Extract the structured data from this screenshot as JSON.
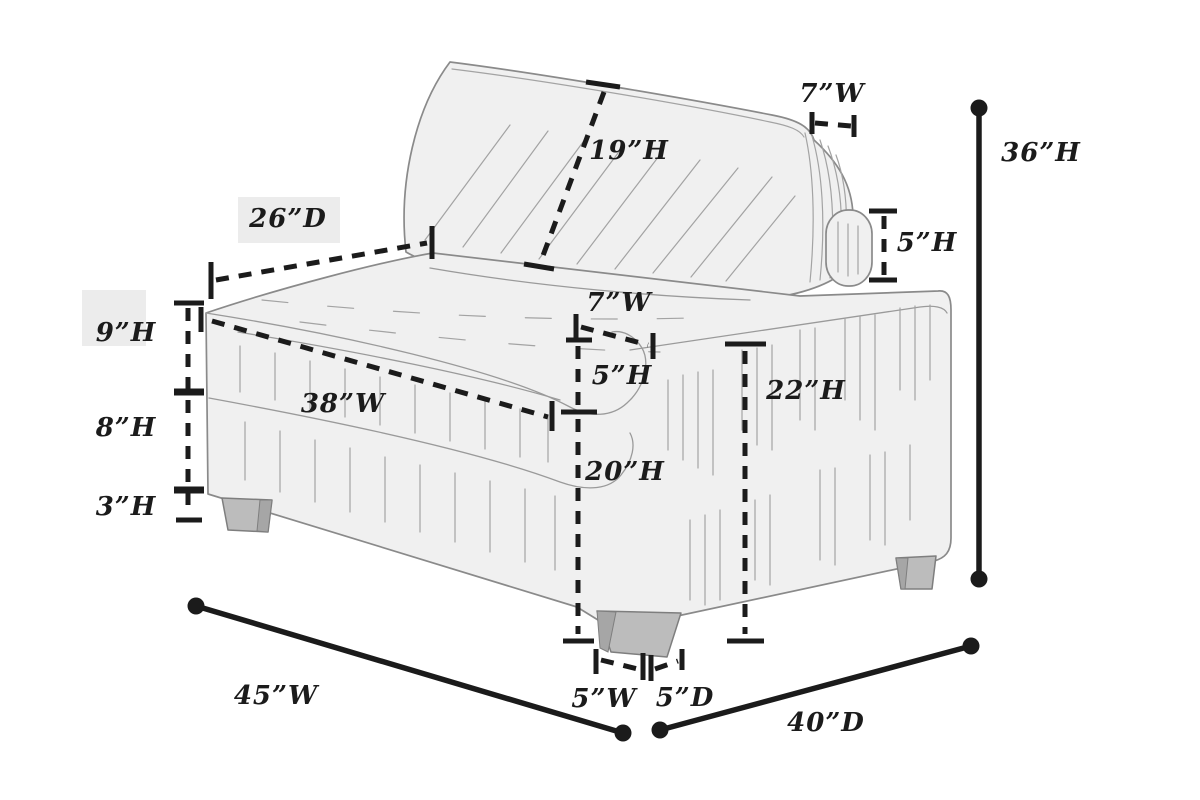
{
  "page": {
    "type": "furniture dimension diagram",
    "subject": "upholstered sofa sectional piece with right arm, three-quarter view line drawing",
    "background": "#ffffff"
  },
  "colors": {
    "ink": "#1b1b1b",
    "furniture_fill": "#f0f0f0",
    "furniture_outline": "#8a8a8a",
    "pleat_line": "#a3a3a3",
    "leg_fill": "#bcbcbc",
    "leg_shade": "#a6a6a6",
    "label_backing": "#ececec"
  },
  "labels": [
    {
      "id": "headrest-width",
      "text": "7”W"
    },
    {
      "id": "backrest-height",
      "text": "19”H"
    },
    {
      "id": "overall-height",
      "text": "36”H"
    },
    {
      "id": "seat-depth",
      "text": "26”D"
    },
    {
      "id": "arm-pillow-height",
      "text": "5”H"
    },
    {
      "id": "front-corner-width",
      "text": "7”W"
    },
    {
      "id": "seat-cushion-height",
      "text": "9”H"
    },
    {
      "id": "seat-front-height",
      "text": "5”H"
    },
    {
      "id": "arm-height",
      "text": "22”H"
    },
    {
      "id": "seat-width",
      "text": "38”W"
    },
    {
      "id": "base-height",
      "text": "8”H"
    },
    {
      "id": "front-height",
      "text": "20”H"
    },
    {
      "id": "leg-height",
      "text": "3”H"
    },
    {
      "id": "overall-width",
      "text": "45”W"
    },
    {
      "id": "leg-width",
      "text": "5”W"
    },
    {
      "id": "leg-depth",
      "text": "5”D"
    },
    {
      "id": "overall-depth",
      "text": "40”D"
    }
  ]
}
